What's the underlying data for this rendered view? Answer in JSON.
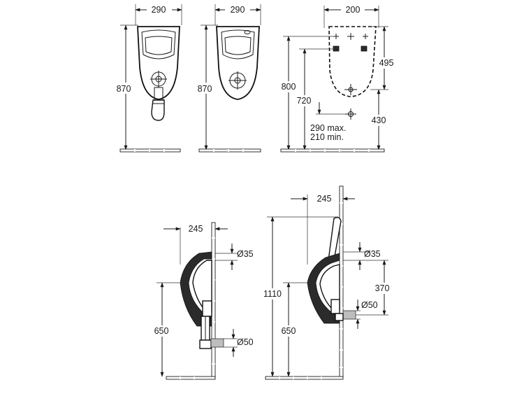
{
  "views": {
    "front_with_trap": {
      "width_dim": "290",
      "height_dim": "870"
    },
    "front": {
      "width_dim": "290",
      "height_dim": "870"
    },
    "installation": {
      "width_dim": "200",
      "dim_495": "495",
      "dim_800": "800",
      "dim_720": "720",
      "dim_430": "430",
      "note_max": "290 max.",
      "note_min": "210 min."
    },
    "side_left": {
      "depth_dim": "245",
      "inlet_dim": "Ø35",
      "outlet_dim": "Ø50",
      "height_dim": "650"
    },
    "side_right": {
      "depth_dim": "245",
      "inlet_dim": "Ø35",
      "outlet_dim": "Ø50",
      "height_dim": "650",
      "total_dim": "1110",
      "inlet_height_dim": "370"
    }
  }
}
